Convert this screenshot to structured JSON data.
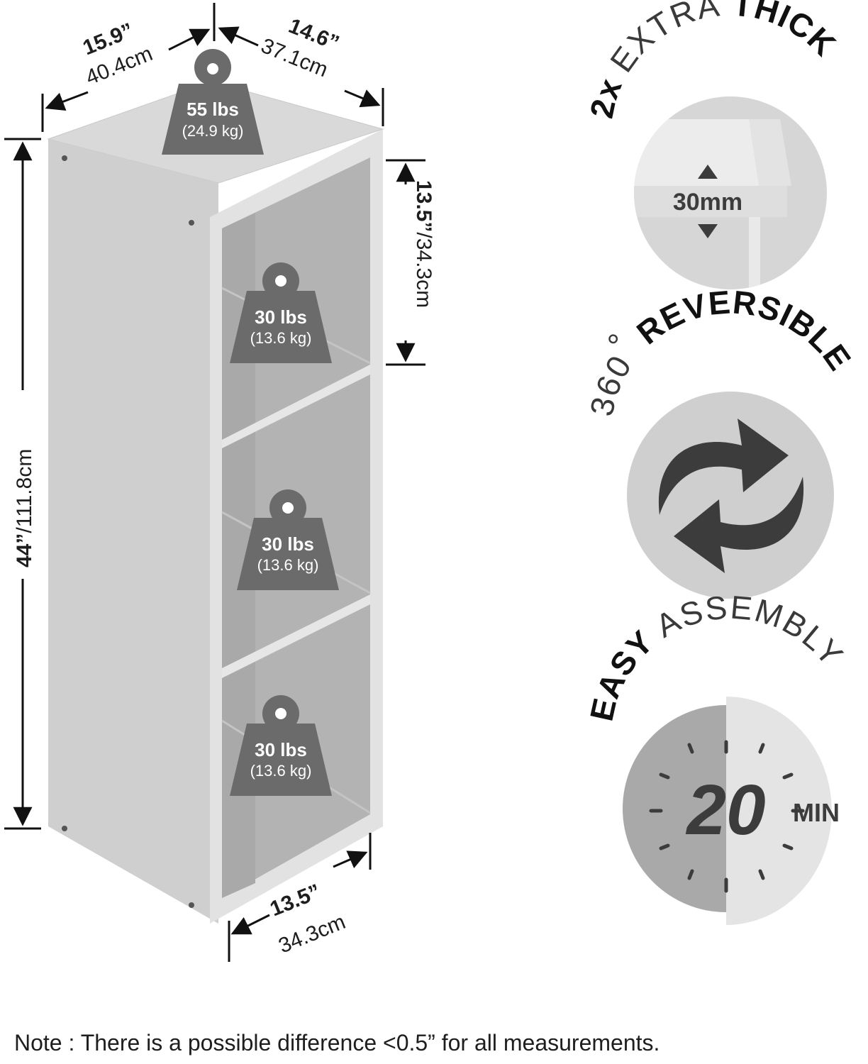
{
  "dimensions": {
    "top_width_in": "15.9”",
    "top_width_cm": "40.4cm",
    "top_depth_in": "14.6”",
    "top_depth_cm": "37.1cm",
    "height_in": "44”",
    "height_cm": "/111.8cm",
    "shelf_height_in": "13.5”",
    "shelf_height_cm": "/34.3cm",
    "bottom_depth_in": "13.5”",
    "bottom_depth_cm": "34.3cm"
  },
  "weights": [
    {
      "lbs": "55 lbs",
      "kg": "(24.9 kg)"
    },
    {
      "lbs": "30 lbs",
      "kg": "(13.6 kg)"
    },
    {
      "lbs": "30 lbs",
      "kg": "(13.6 kg)"
    },
    {
      "lbs": "30 lbs",
      "kg": "(13.6 kg)"
    }
  ],
  "features": {
    "thick": {
      "prefix": "2x",
      "thin": "EXTRA",
      "bold": "THICK",
      "value": "30mm"
    },
    "reversible": {
      "thin": "360",
      "degree": "°",
      "bold": "REVERSIBLE"
    },
    "assembly": {
      "bold": "EASY",
      "thin": "ASSEMBLY",
      "number": "20",
      "unit": "MIN"
    }
  },
  "note": "Note : There is a possible difference <0.5” for all measurements.",
  "colors": {
    "weight_fill": "#6b6b6b",
    "shelf_back": "#b9b9b9",
    "shelf_side": "#cfcfcf",
    "badge_dark": "#9a9a9a",
    "badge_light": "#e6e6e6",
    "icon_dark": "#3c3c3c"
  }
}
